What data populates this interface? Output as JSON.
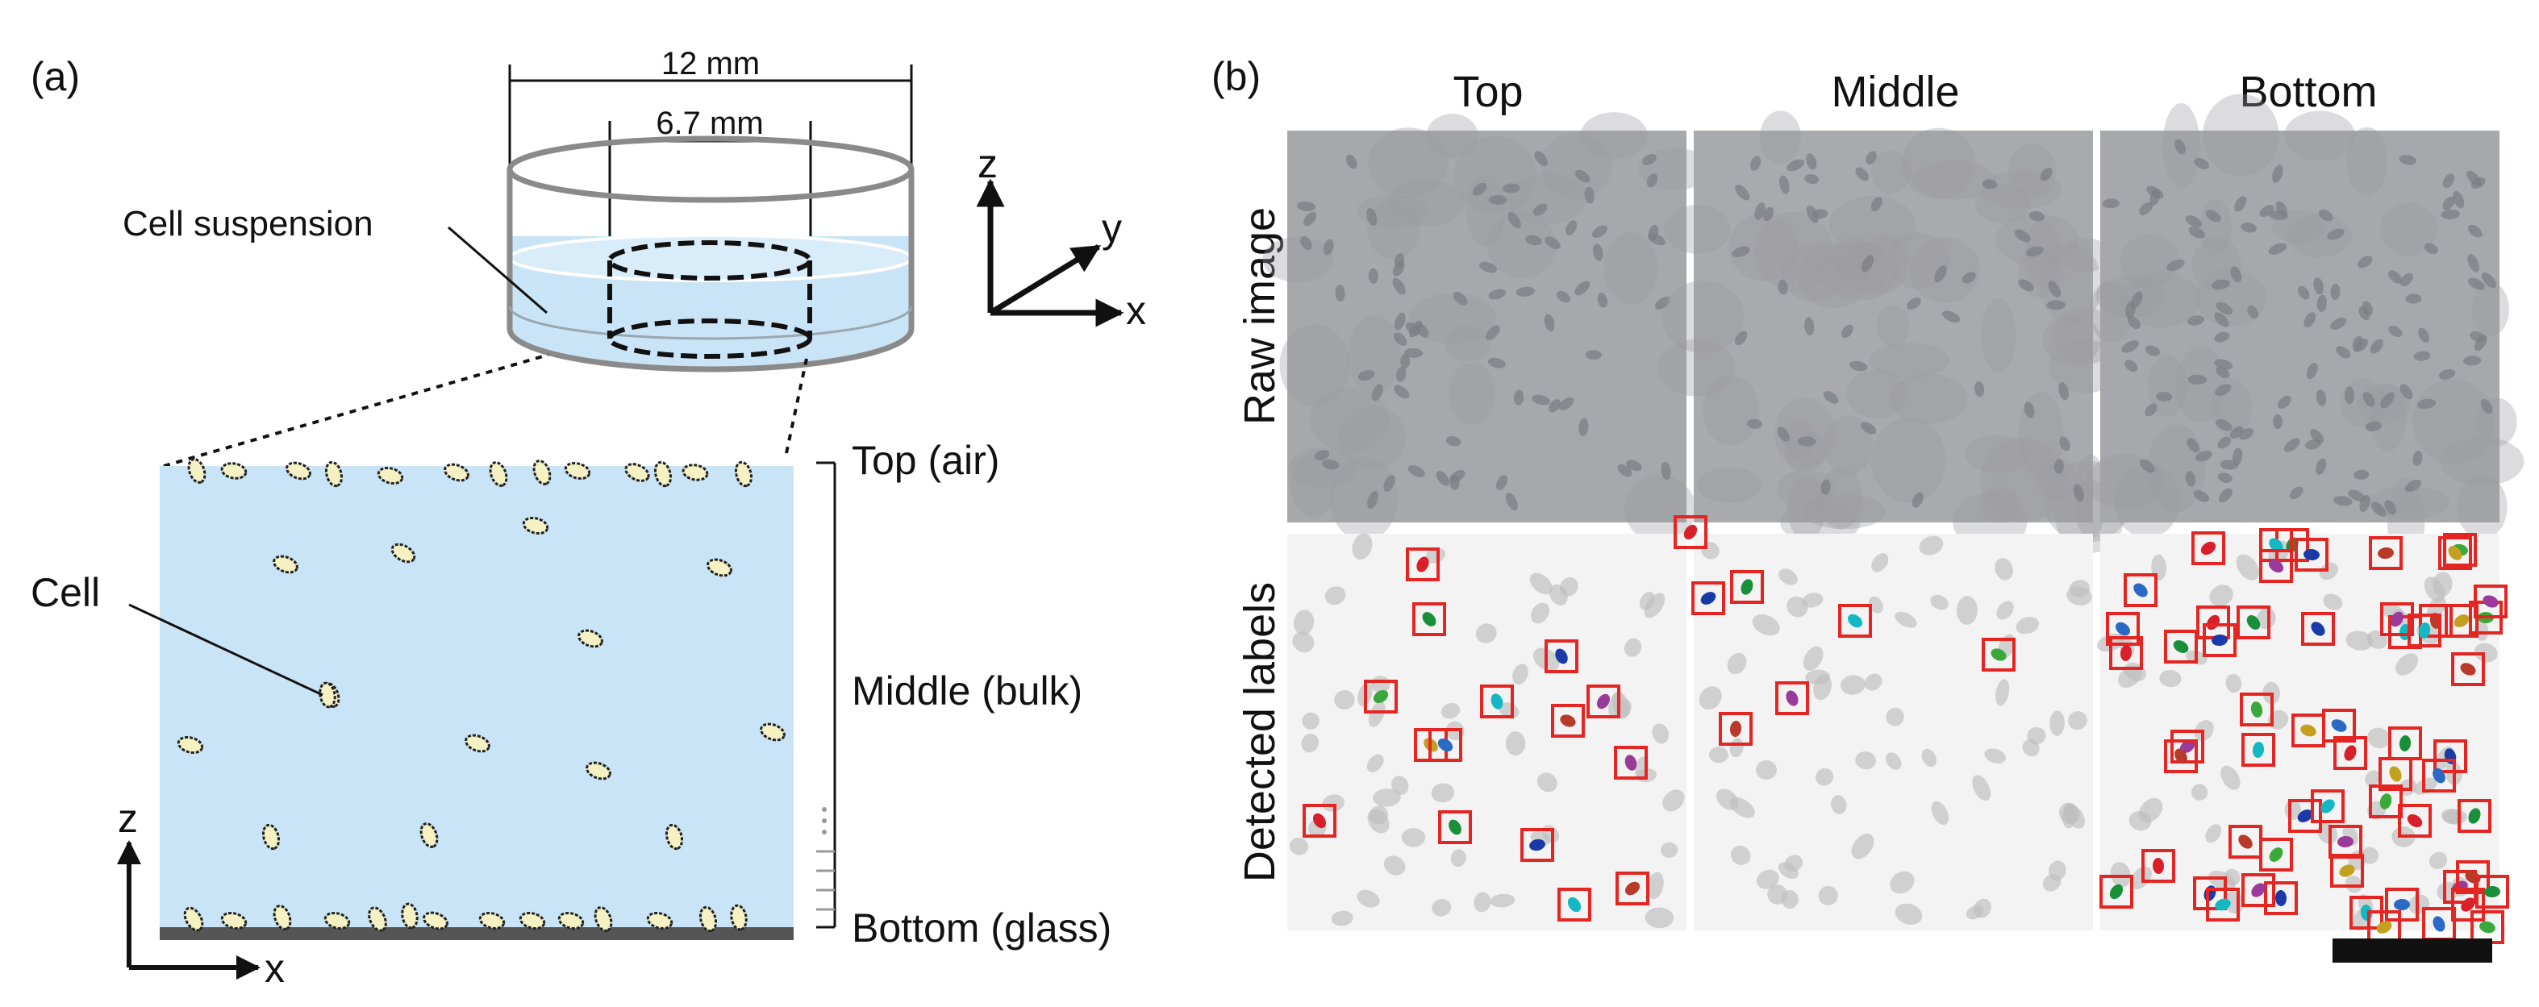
{
  "panel_a": {
    "label": "(a)",
    "dims": {
      "outer": "12 mm",
      "inner": "6.7 mm"
    },
    "axes3d": {
      "z": "z",
      "y": "y",
      "x": "x"
    },
    "cell_suspension_label": "Cell suspension",
    "cell_label": "Cell",
    "levels": {
      "top": "Top (air)",
      "middle": "Middle (bulk)",
      "bottom": "Bottom (glass)"
    },
    "axes2d": {
      "z": "z",
      "x": "x"
    },
    "colors": {
      "liquid": "#c9e4f6",
      "cell_fill": "#f5f1c2",
      "glass": "#555555",
      "dish": "#8a8a8a"
    }
  },
  "panel_b": {
    "label": "(b)",
    "columns": [
      "Top",
      "Middle",
      "Bottom"
    ],
    "rows": [
      "Raw image",
      "Detected labels"
    ],
    "colors": {
      "raw_bg": "#a6a8ab",
      "label_bg": "#f3f3f3",
      "box": "#e52521",
      "scale_bar": "#111111"
    }
  }
}
